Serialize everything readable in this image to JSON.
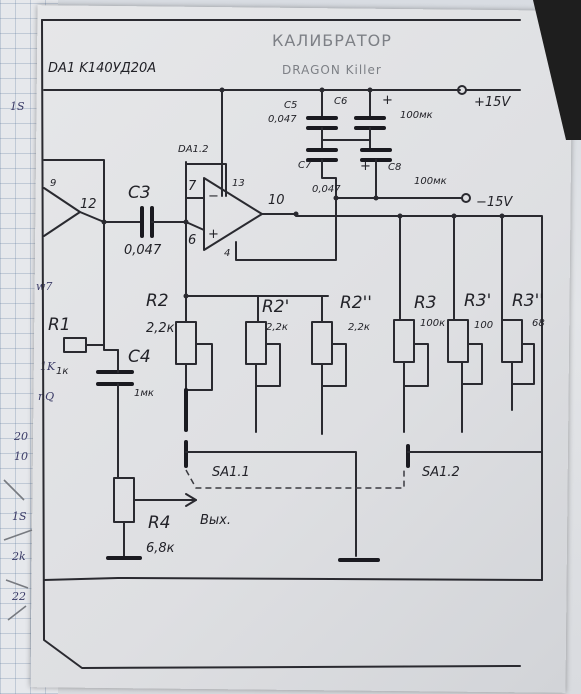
{
  "header": {
    "chip": "DA1  K140УД20А",
    "title_line1": "КАЛИБРАТОР",
    "title_line2": "DRAGON Killer"
  },
  "power": {
    "plus": "+15V",
    "minus": "−15V"
  },
  "opamp": {
    "name": "DA1.2",
    "pin7": "7",
    "pin13": "13",
    "pin10": "10",
    "pin6": "6",
    "pin4": "4",
    "minus_sign": "−",
    "plus_sign": "+"
  },
  "input_amp": {
    "pin9": "9",
    "pin12": "12"
  },
  "capacitors": {
    "c3": {
      "name": "C3",
      "value": "0,047"
    },
    "c4": {
      "name": "C4",
      "value": "1мк"
    },
    "c5": {
      "name": "C5",
      "value": "0,047"
    },
    "c6": {
      "name": "C6",
      "value": "100мк"
    },
    "c7": {
      "name": "C7",
      "value": "0,047"
    },
    "c8": {
      "name": "C8",
      "value": "100мк"
    },
    "plus": "+"
  },
  "resistors": {
    "r1": {
      "name": "R1",
      "value": "1к"
    },
    "r2": {
      "name": "R2",
      "value": "2,2к"
    },
    "r2p": {
      "name": "R2'",
      "value": "2,2к"
    },
    "r2pp": {
      "name": "R2''",
      "value": "2,2к"
    },
    "r3": {
      "name": "R3",
      "value": "100к"
    },
    "r3p": {
      "name": "R3'",
      "value": "100"
    },
    "r3pp": {
      "name": "R3''",
      "value": "68"
    },
    "r4": {
      "name": "R4",
      "value": "6,8к"
    }
  },
  "switches": {
    "sa11": "SA1.1",
    "sa12": "SA1.2"
  },
  "output": {
    "label": "Вых."
  },
  "side_scribbles": [
    "1S",
    "w7",
    "1K",
    "nQ",
    "20",
    "10",
    "1S",
    "2k",
    "22"
  ],
  "colors": {
    "ink": "#2a2a30",
    "paper": "#e3e5e8",
    "pencil": "#7d8086"
  }
}
